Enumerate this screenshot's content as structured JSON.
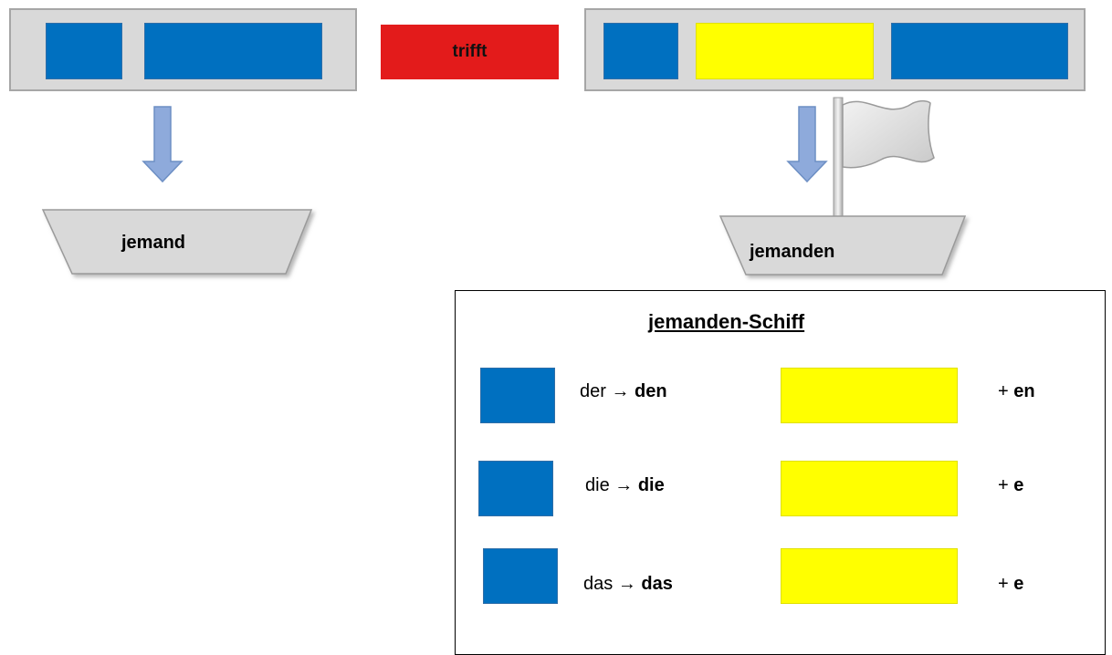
{
  "verb": "trifft",
  "left_boat": {
    "label": "jemand"
  },
  "right_boat": {
    "label": "jemanden"
  },
  "legend": {
    "title": "jemanden-Schiff",
    "rules": [
      {
        "from": "der",
        "arrow": "→",
        "to": "den",
        "plus": "+",
        "ending": "en"
      },
      {
        "from": "die",
        "arrow": "→",
        "to": "die",
        "plus": "+",
        "ending": "e"
      },
      {
        "from": "das",
        "arrow": "→",
        "to": "das",
        "plus": "+",
        "ending": "e"
      }
    ]
  },
  "colors": {
    "article_block": "#0070c0",
    "adjective_block": "#ffff00",
    "verb_block": "#e31b1b",
    "frame": "#d9d9d9",
    "arrow": "#8eaadb",
    "boat": "#d9d9d9"
  }
}
